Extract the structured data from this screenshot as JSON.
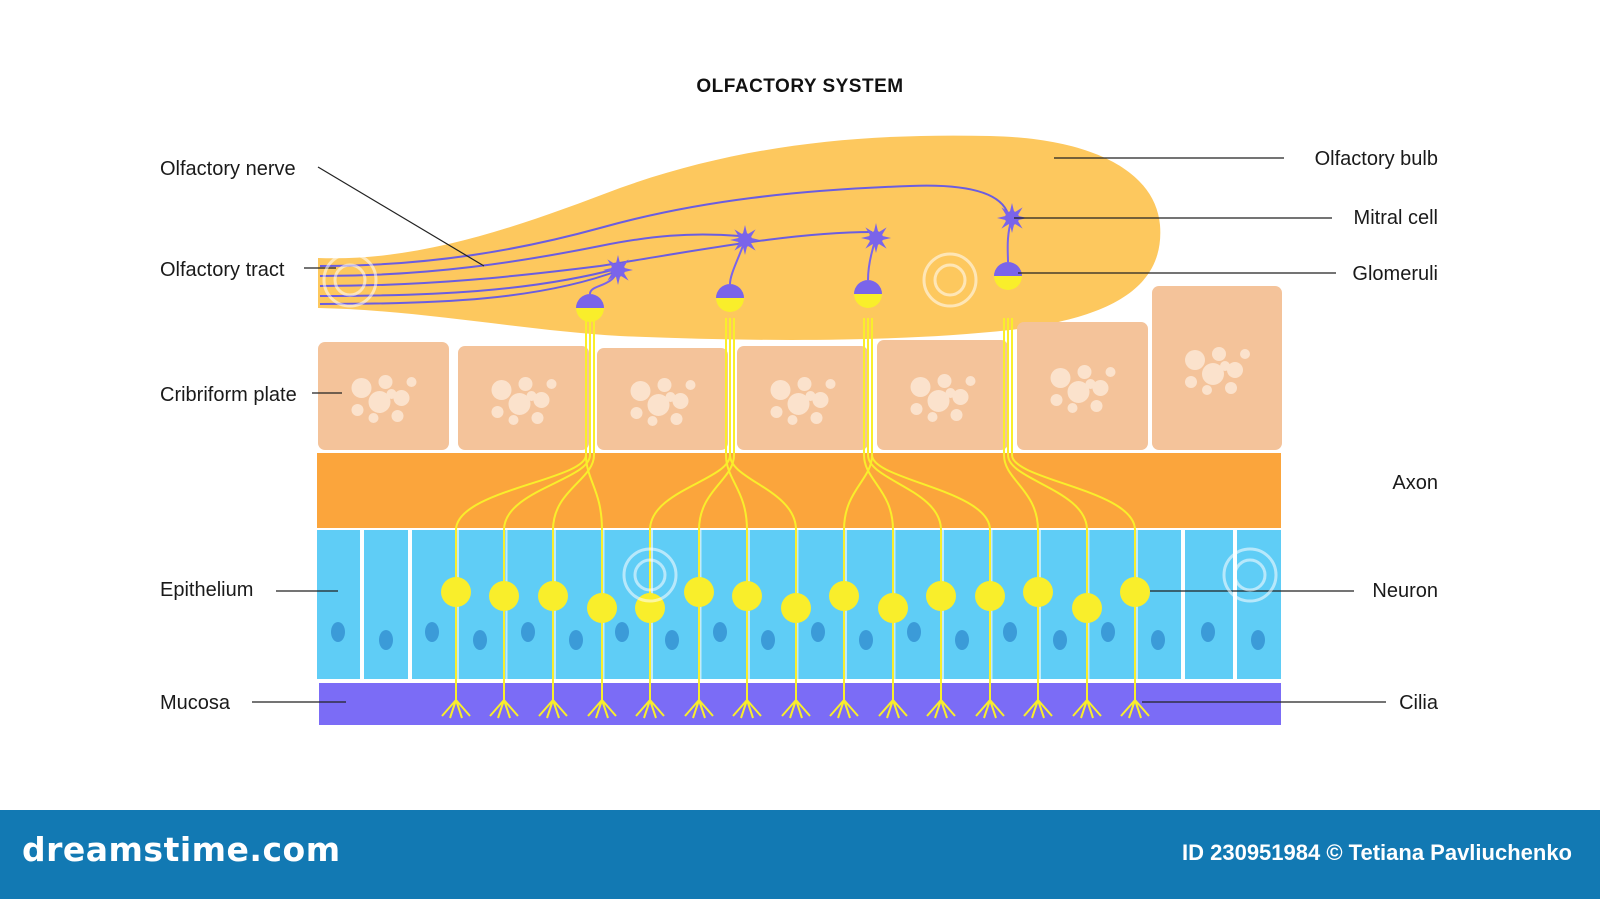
{
  "title": "OLFACTORY SYSTEM",
  "labels": {
    "olfactory_nerve": "Olfactory nerve",
    "olfactory_tract": "Olfactory tract",
    "cribriform_plate": "Cribriform plate",
    "epithelium": "Epithelium",
    "mucosa": "Mucosa",
    "olfactory_bulb": "Olfactory bulb",
    "mitral_cell": "Mitral cell",
    "glomeruli": "Glomeruli",
    "axon": "Axon",
    "neuron": "Neuron",
    "cilia": "Cilia"
  },
  "colors": {
    "bulb": "#fdc85e",
    "bone": "#f4c39a",
    "bone_dots": "#fbe2cc",
    "axon_band": "#fba53c",
    "epithelium": "#5fcdf6",
    "epithelium_nucleus": "#3b9bd8",
    "mucosa": "#7b6cf6",
    "neuron": "#f9ee2b",
    "mitral": "#7a64ea",
    "footer": "#1279b3"
  },
  "icons": [
    "starburst-watermark-icon"
  ],
  "footer": {
    "logo": "dreamstime.com",
    "credit": "ID 230951984 © Tetiana Pavliuchenko"
  }
}
